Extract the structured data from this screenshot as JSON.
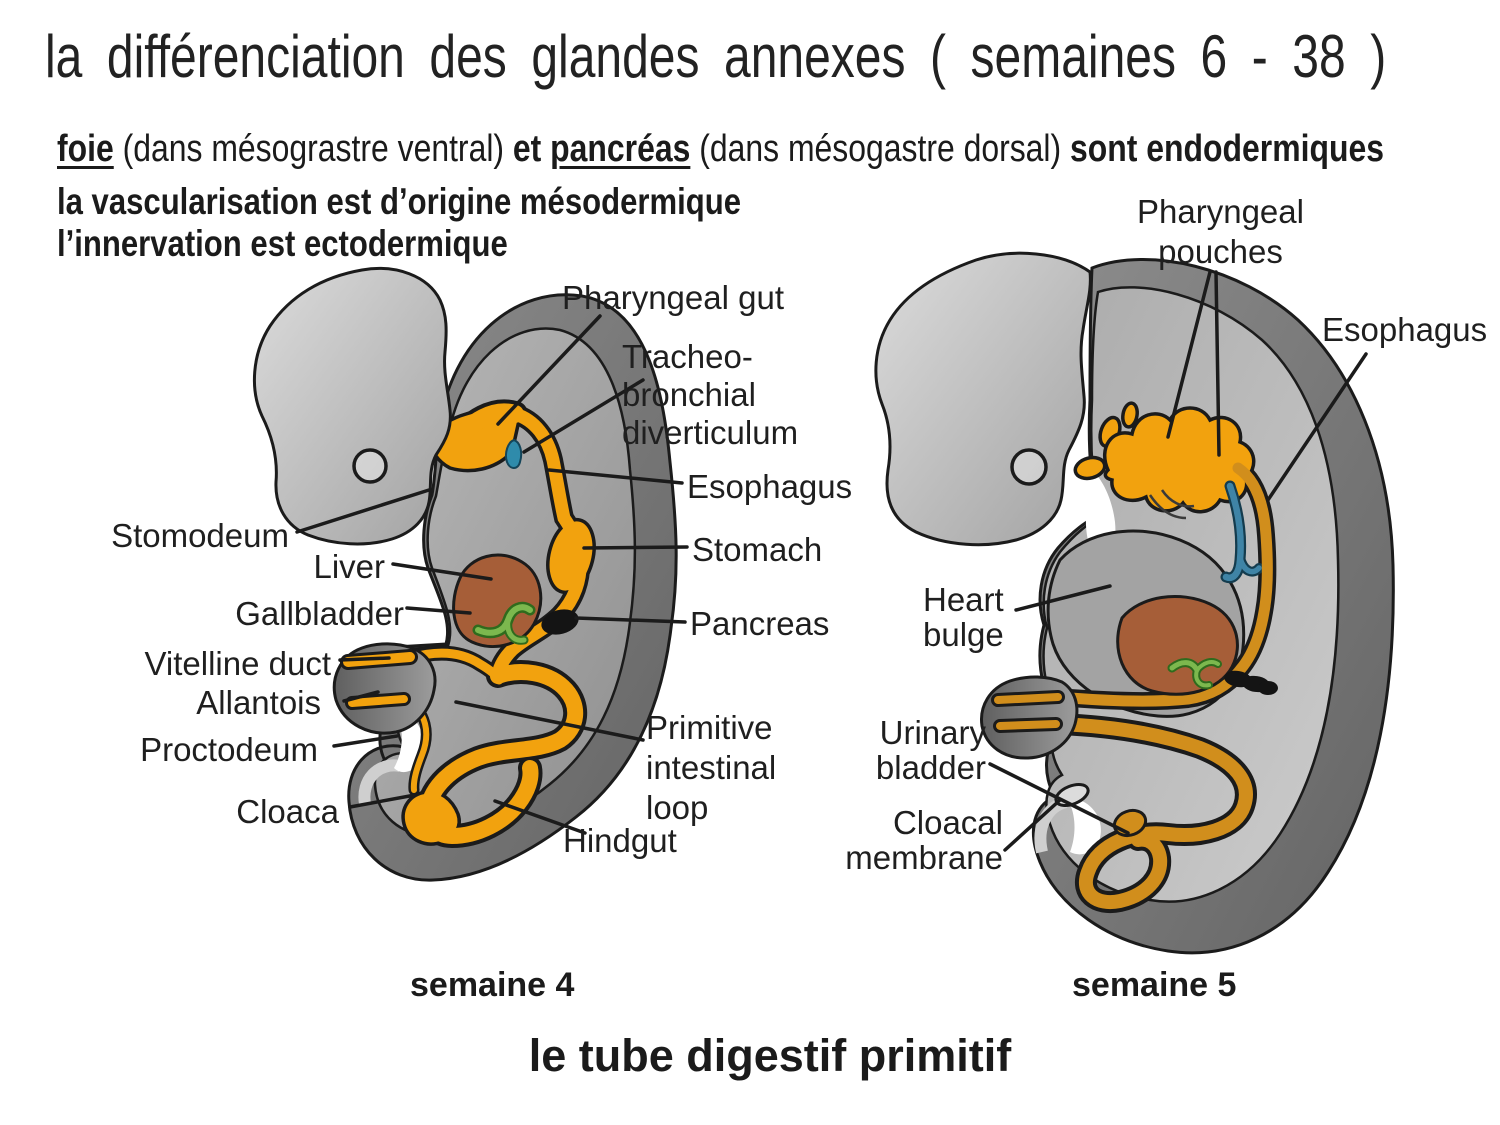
{
  "title": "la différenciation des glandes annexes ( semaines 6 - 38 )",
  "intro": {
    "foie": "foie",
    "after_foie": " (dans mésograstre ventral) ",
    "et": "et ",
    "pancreas": "pancréas",
    "after_pancreas": " (dans mésogastre dorsal) ",
    "bold_end": "sont endodermiques",
    "line2": "la vascularisation est d’origine mésodermique",
    "line3": "l’innervation est ectodermique"
  },
  "left_diagram": {
    "caption": "semaine 4",
    "labels": {
      "pharyngeal_gut": "Pharyngeal gut",
      "tracheobronchial": "Tracheo-\nbronchial\ndiverticulum",
      "esophagus": "Esophagus",
      "stomach": "Stomach",
      "pancreas": "Pancreas",
      "primitive_intestinal_loop": "Primitive\nintestinal\nloop",
      "hindgut": "Hindgut",
      "stomodeum": "Stomodeum",
      "liver": "Liver",
      "gallbladder": "Gallbladder",
      "vitelline_duct": "Vitelline duct",
      "allantois": "Allantois",
      "proctodeum": "Proctodeum",
      "cloaca": "Cloaca"
    }
  },
  "right_diagram": {
    "caption": "semaine 5",
    "labels": {
      "pharyngeal_pouches": "Pharyngeal\npouches",
      "esophagus": "Esophagus",
      "heart_bulge": "Heart\nbulge",
      "urinary_bladder": "Urinary\nbladder",
      "cloacal_membrane": "Cloacal\nmembrane"
    }
  },
  "footer_title": "le tube digestif primitif",
  "colors": {
    "gut_orange": "#F2A20E",
    "gut_ochre": "#D18E1C",
    "liver_brown": "#A65E38",
    "gallbladder_green": "#7CB84E",
    "diverticulum_blue": "#2F8BAB",
    "outline": "#1B1B1B"
  }
}
